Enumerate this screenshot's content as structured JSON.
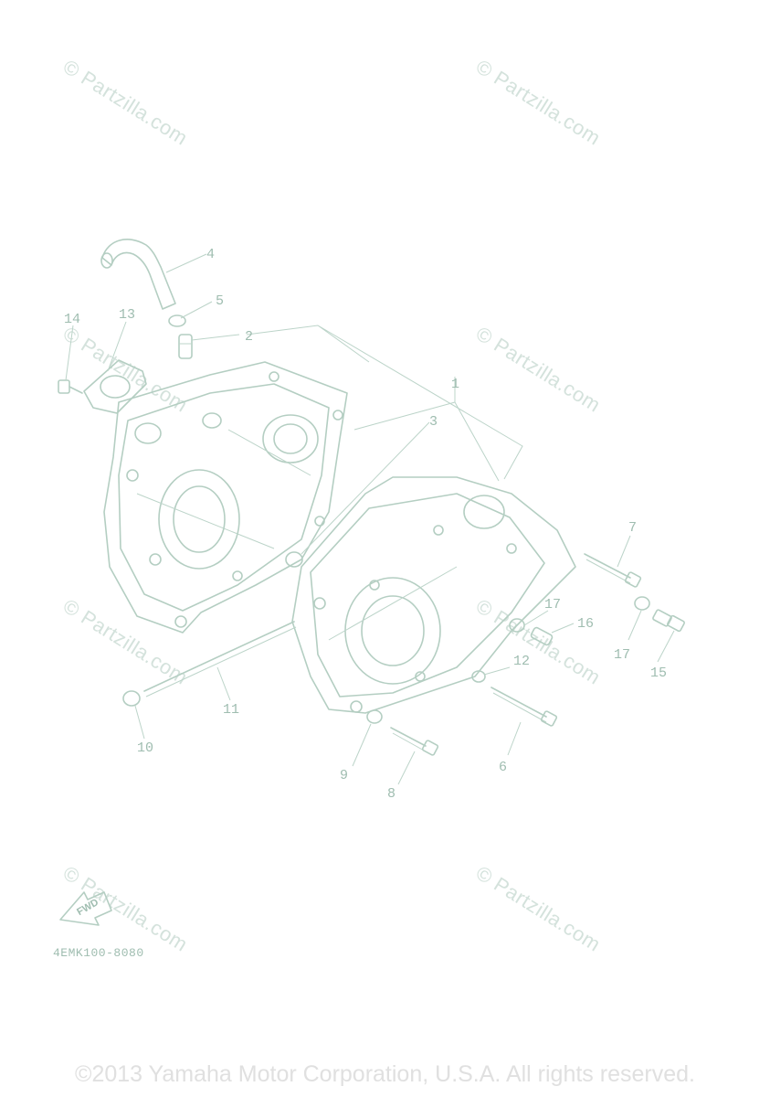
{
  "watermark_text": "© Partzilla.com",
  "callouts": {
    "c1": "1",
    "c2": "2",
    "c3": "3",
    "c4": "4",
    "c5": "5",
    "c6": "6",
    "c7": "7",
    "c8": "8",
    "c9": "9",
    "c10": "10",
    "c11": "11",
    "c12": "12",
    "c13": "13",
    "c14": "14",
    "c15": "15",
    "c16": "16",
    "c17a": "17",
    "c17b": "17"
  },
  "fwd_label": "FWD",
  "diagram_code": "4EMK100-8080",
  "copyright": "©2013 Yamaha Motor Corporation, U.S.A. All rights reserved.",
  "colors": {
    "line": "#b4cec2",
    "label": "#9fbdb0",
    "watermark": "#d4e2dc",
    "copyright": "#e0e0e0"
  }
}
